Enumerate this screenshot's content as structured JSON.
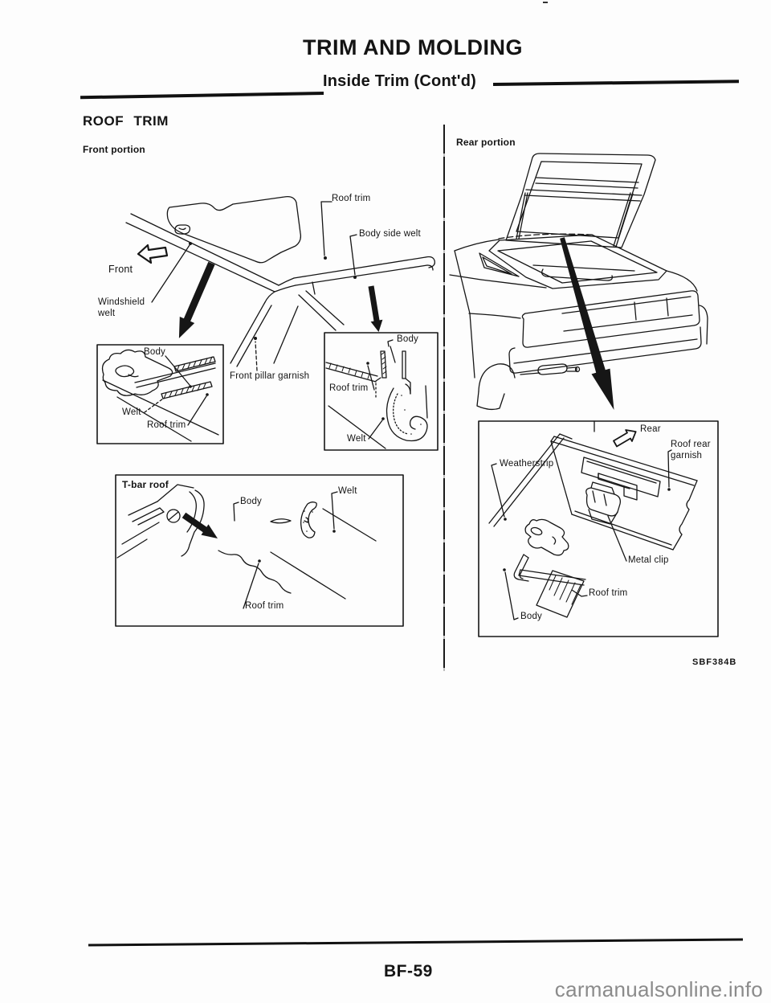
{
  "page": {
    "title": "TRIM AND MOLDING",
    "subtitle": "Inside Trim (Cont'd)",
    "section": "ROOF TRIM",
    "page_number": "BF-59",
    "figure_code": "SBF384B",
    "watermark": "carmanualsonline.info"
  },
  "front": {
    "heading": "Front portion",
    "roof_trim": "Roof trim",
    "body_side_welt": "Body side welt",
    "front_arrow": "Front",
    "windshield_welt": "Windshield welt",
    "front_pillar_garnish": "Front pillar garnish",
    "inset_left": {
      "body": "Body",
      "welt": "Welt",
      "roof_trim": "Roof trim"
    },
    "inset_right": {
      "body": "Body",
      "roof_trim": "Roof trim",
      "welt": "Welt"
    },
    "tbar": {
      "heading": "T-bar roof",
      "body": "Body",
      "welt": "Welt",
      "roof_trim": "Roof trim"
    }
  },
  "rear": {
    "heading": "Rear portion",
    "inset": {
      "rear_arrow": "Rear",
      "roof_rear_garnish": "Roof rear garnish",
      "weatherstrip": "Weatherstrip",
      "metal_clip": "Metal clip",
      "roof_trim": "Roof trim",
      "body": "Body"
    }
  }
}
